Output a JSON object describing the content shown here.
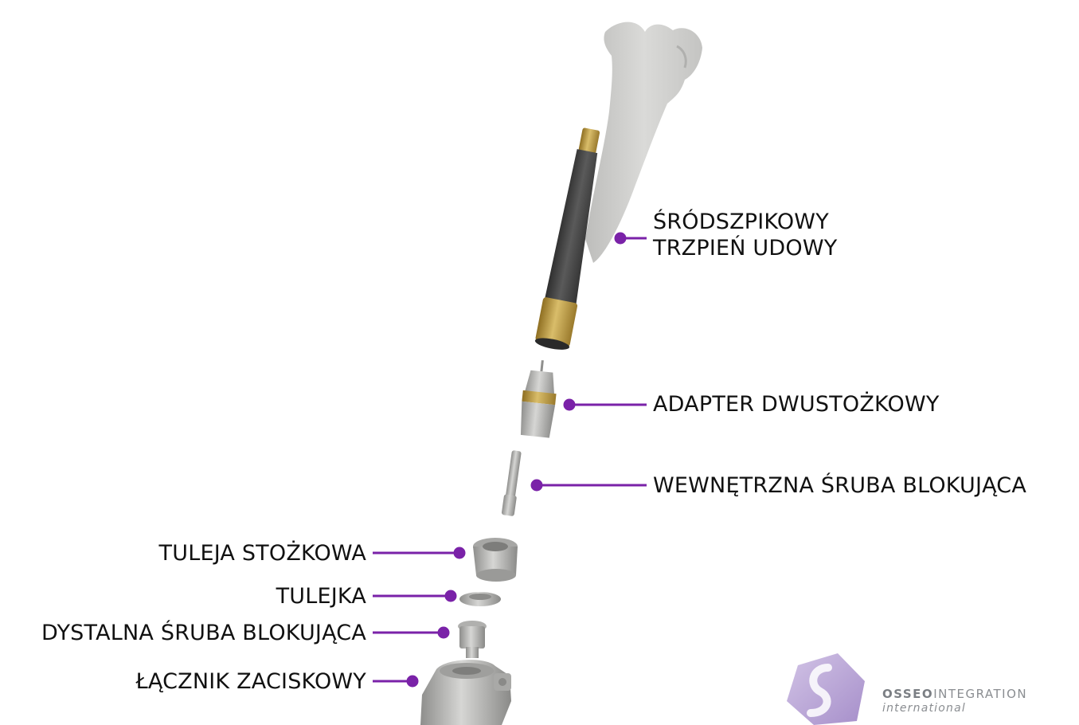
{
  "labels": {
    "femoral_stem_line1": "ŚRÓDSZPIKOWY",
    "femoral_stem_line2": "TRZPIEŃ UDOWY",
    "dual_cone_adapter": "ADAPTER DWUSTOŻKOWY",
    "internal_locking_screw": "WEWNĘTRZNA ŚRUBA BLOKUJĄCA",
    "taper_sleeve": "TULEJA STOŻKOWA",
    "bushing": "TULEJKA",
    "distal_locking_screw": "DYSTALNA ŚRUBA BLOKUJĄCA",
    "clamp_connector": "ŁĄCZNIK ZACISKOWY"
  },
  "logo": {
    "brand_bold": "OSSEO",
    "brand_rest": "INTEGRATION",
    "subtitle": "international"
  },
  "colors": {
    "leader_line": "#7a22a8",
    "logo_purple": "#b9a3d6",
    "metal": "#b8b8b6",
    "gold": "#b99843",
    "carbon": "#3f3f3f",
    "bone": "#cfcfcd"
  }
}
